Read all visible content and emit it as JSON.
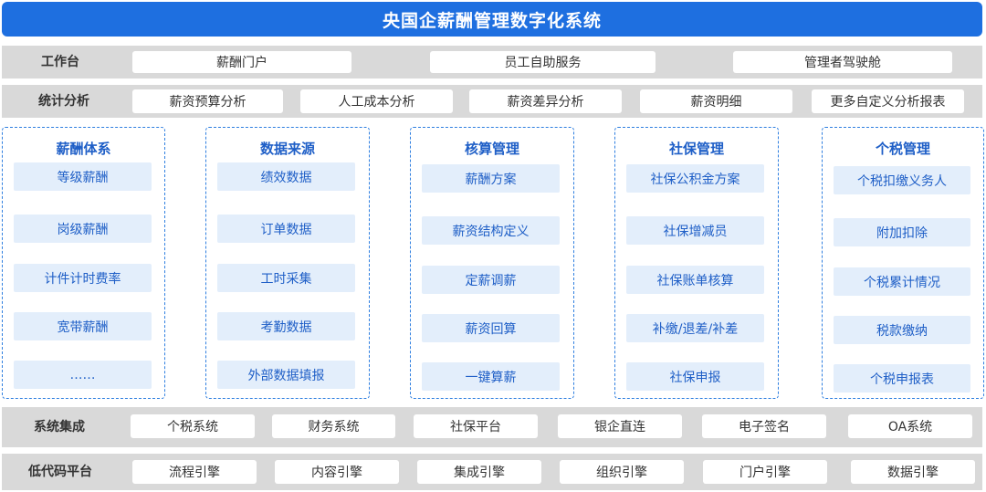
{
  "title": "央国企薪酬管理数字化系统",
  "workbench": {
    "label": "工作台",
    "items": [
      "薪酬门户",
      "员工自助服务",
      "管理者驾驶舱"
    ]
  },
  "analytics": {
    "label": "统计分析",
    "items": [
      "薪资预算分析",
      "人工成本分析",
      "薪资差异分析",
      "薪资明细",
      "更多自定义分析报表"
    ]
  },
  "modules": [
    {
      "title": "薪酬体系",
      "items": [
        "等级薪酬",
        "岗级薪酬",
        "计件计时费率",
        "宽带薪酬",
        "……"
      ]
    },
    {
      "title": "数据来源",
      "items": [
        "绩效数据",
        "订单数据",
        "工时采集",
        "考勤数据",
        "外部数据填报"
      ]
    },
    {
      "title": "核算管理",
      "items": [
        "薪酬方案",
        "薪资结构定义",
        "定薪调薪",
        "薪资回算",
        "一键算薪"
      ]
    },
    {
      "title": "社保管理",
      "items": [
        "社保公积金方案",
        "社保增减员",
        "社保账单核算",
        "补缴/退差/补差",
        "社保申报"
      ]
    },
    {
      "title": "个税管理",
      "items": [
        "个税扣缴义务人",
        "附加扣除",
        "个税累计情况",
        "税款缴纳",
        "个税申报表"
      ]
    }
  ],
  "integration": {
    "label": "系统集成",
    "items": [
      "个税系统",
      "财务系统",
      "社保平台",
      "银企直连",
      "电子签名",
      "OA系统"
    ]
  },
  "lowcode": {
    "label": "低代码平台",
    "items": [
      "流程引擎",
      "内容引擎",
      "集成引擎",
      "组织引擎",
      "门户引擎",
      "数据引擎"
    ]
  },
  "colors": {
    "title_bg": "#1e6fe0",
    "band_bg": "#d9d9d9",
    "module_border": "#2f7fe0",
    "module_text": "#1f5fc7",
    "module_item_bg": "#e3eefb"
  }
}
